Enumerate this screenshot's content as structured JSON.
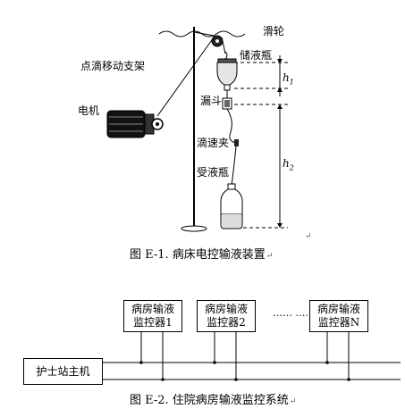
{
  "figure1": {
    "labels": {
      "pulley": "滑轮",
      "stand": "点滴移动支架",
      "reservoir": "储液瓶",
      "motor": "电机",
      "funnel": "漏斗",
      "drip_clamp": "滴速夹",
      "receiver": "受液瓶",
      "h1_main": "h",
      "h1_sub": "1",
      "h2_main": "h",
      "h2_sub": "2"
    },
    "caption": "图 E-1. 病床电控输液装置"
  },
  "figure2": {
    "host": "护士站主机",
    "monitors": [
      {
        "line1": "病房输液",
        "line2": "监控器1"
      },
      {
        "line1": "病房输液",
        "line2": "监控器2"
      },
      {
        "line1": "病房输液",
        "line2": "监控器N"
      }
    ],
    "ellipsis": "…… ……",
    "caption": "图 E-2. 住院病房输液监控系统"
  },
  "return_mark": "↵"
}
